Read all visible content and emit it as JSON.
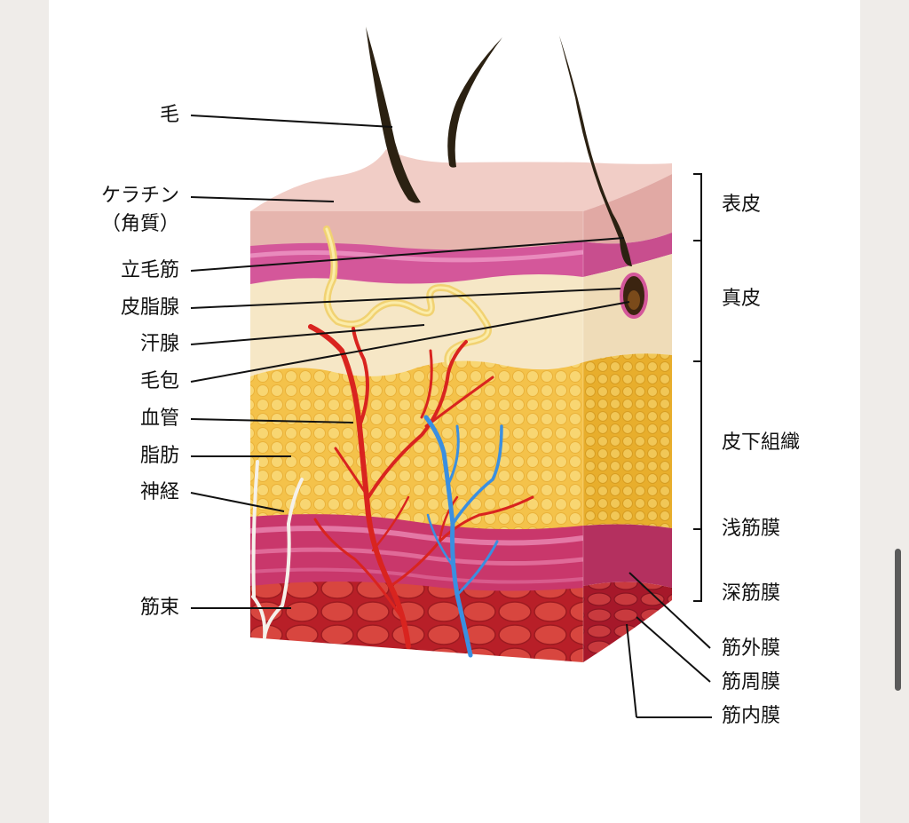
{
  "diagram": {
    "left_labels": {
      "hair": "毛",
      "keratin": "ケラチン\n（角質）",
      "arrector_pili": "立毛筋",
      "sebaceous_gland": "皮脂腺",
      "sweat_gland": "汗腺",
      "hair_follicle": "毛包",
      "blood_vessel": "血管",
      "fat": "脂肪",
      "nerve": "神経",
      "muscle_bundle": "筋束"
    },
    "right_labels": {
      "epidermis": "表皮",
      "dermis": "真皮",
      "subcutaneous": "皮下組織",
      "superficial_fascia": "浅筋膜",
      "deep_fascia": "深筋膜",
      "epimysium": "筋外膜",
      "perimysium": "筋周膜",
      "endomysium": "筋内膜"
    },
    "colors": {
      "epidermis": "#eabcb6",
      "epidermis_pink": "#d45a93",
      "dermis": "#f6e6c5",
      "fat": "#f3bf3a",
      "muscle": "#c8282f",
      "artery": "#d9241f",
      "vein": "#3a8fe0",
      "hair": "#2b2112"
    }
  }
}
